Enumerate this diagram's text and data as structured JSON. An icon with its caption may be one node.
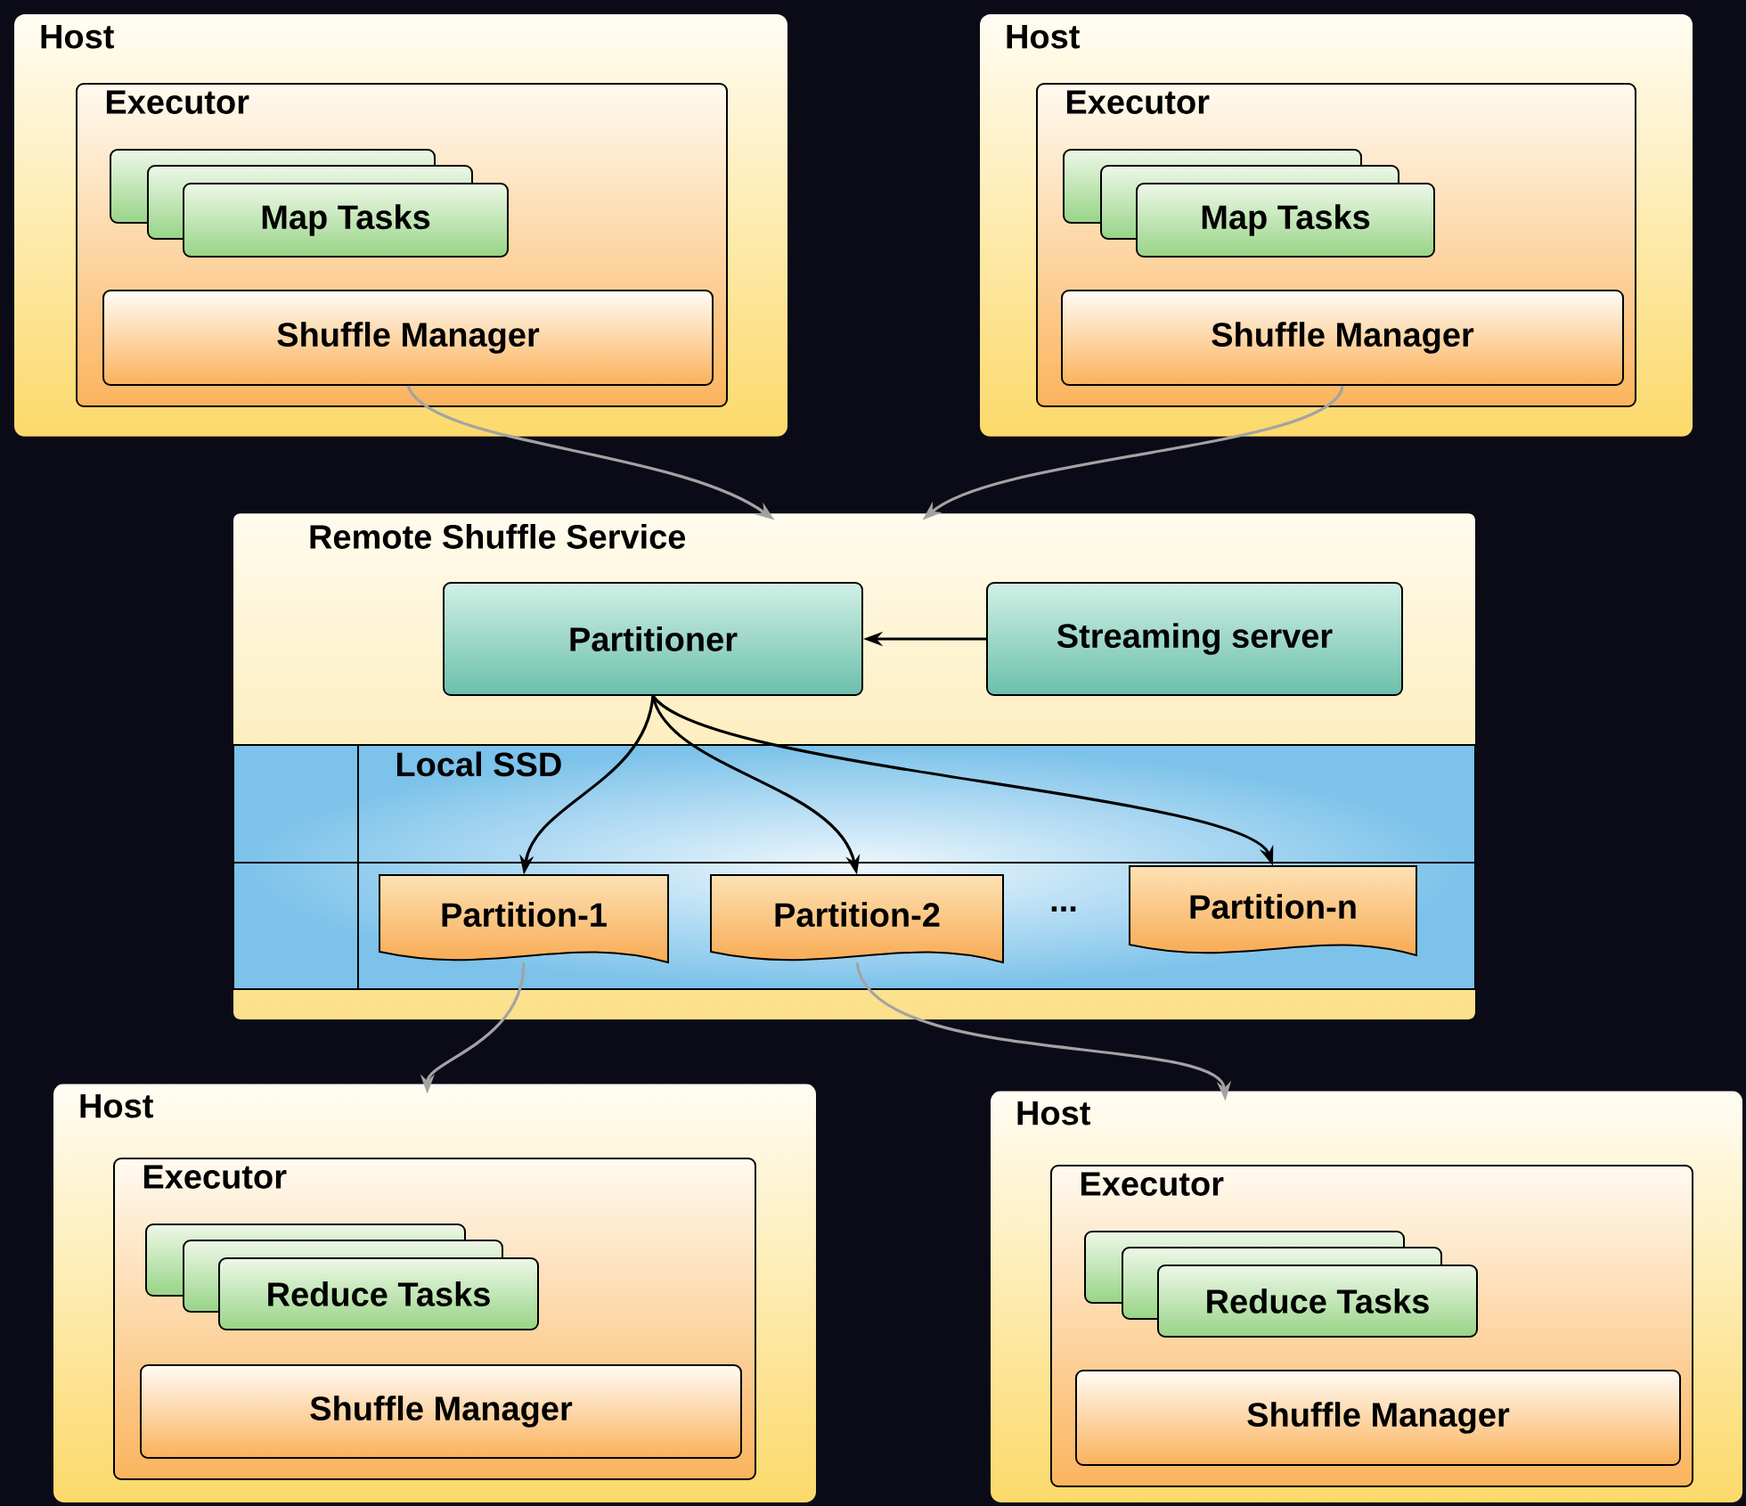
{
  "diagram": {
    "nodes": [
      {
        "text": [
          "Host"
        ]
      },
      {
        "text": [
          "Executor"
        ],
        "in": 0
      },
      {
        "text": [
          "Map Tasks"
        ],
        "in": 1
      },
      {
        "text": [
          "Shuffle Manager"
        ],
        "in": 1
      },
      {
        "text": [
          "Host"
        ]
      },
      {
        "text": [
          "Executor"
        ],
        "in": 4
      },
      {
        "text": [
          "Map Tasks"
        ],
        "in": 5
      },
      {
        "text": [
          "Shuffle Manager"
        ],
        "in": 5
      },
      {
        "text": [
          "Remote Shuffle Service"
        ]
      },
      {
        "text": [
          "Partitioner"
        ],
        "in": 8
      },
      {
        "text": [
          "Streaming server"
        ],
        "in": 8
      },
      {
        "text": [
          "Local SSD"
        ],
        "in": 8
      },
      {
        "text": [
          "Partition-1"
        ],
        "in": 11
      },
      {
        "text": [
          "Partition-2"
        ],
        "in": 11
      },
      {
        "text": [
          "Partition-n"
        ],
        "in": 11
      },
      {
        "text": [
          "Host"
        ]
      },
      {
        "text": [
          "Executor"
        ],
        "in": 15
      },
      {
        "text": [
          "Reduce Tasks"
        ],
        "in": 16
      },
      {
        "text": [
          "Shuffle Manager"
        ],
        "in": 16
      },
      {
        "text": [
          "Host"
        ]
      },
      {
        "text": [
          "Executor"
        ],
        "in": 19
      },
      {
        "text": [
          "Reduce Tasks"
        ],
        "in": 20
      },
      {
        "text": [
          "Shuffle Manager"
        ],
        "in": 20
      }
    ],
    "edges": [
      {
        "from": 3,
        "to": 8,
        "arrow": "to"
      },
      {
        "from": 7,
        "to": 8,
        "arrow": "to"
      },
      {
        "from": 10,
        "to": 9,
        "arrow": "to",
        "color": "#000000"
      },
      {
        "from": 9,
        "to": 12,
        "arrow": "to",
        "color": "#000000"
      },
      {
        "from": 9,
        "to": 13,
        "arrow": "to",
        "color": "#000000"
      },
      {
        "from": 9,
        "to": 14,
        "arrow": "to",
        "color": "#000000"
      },
      {
        "from": 12,
        "to": 15,
        "arrow": "to"
      },
      {
        "from": 13,
        "to": 19,
        "arrow": "to"
      }
    ],
    "labels": [
      "..."
    ]
  }
}
